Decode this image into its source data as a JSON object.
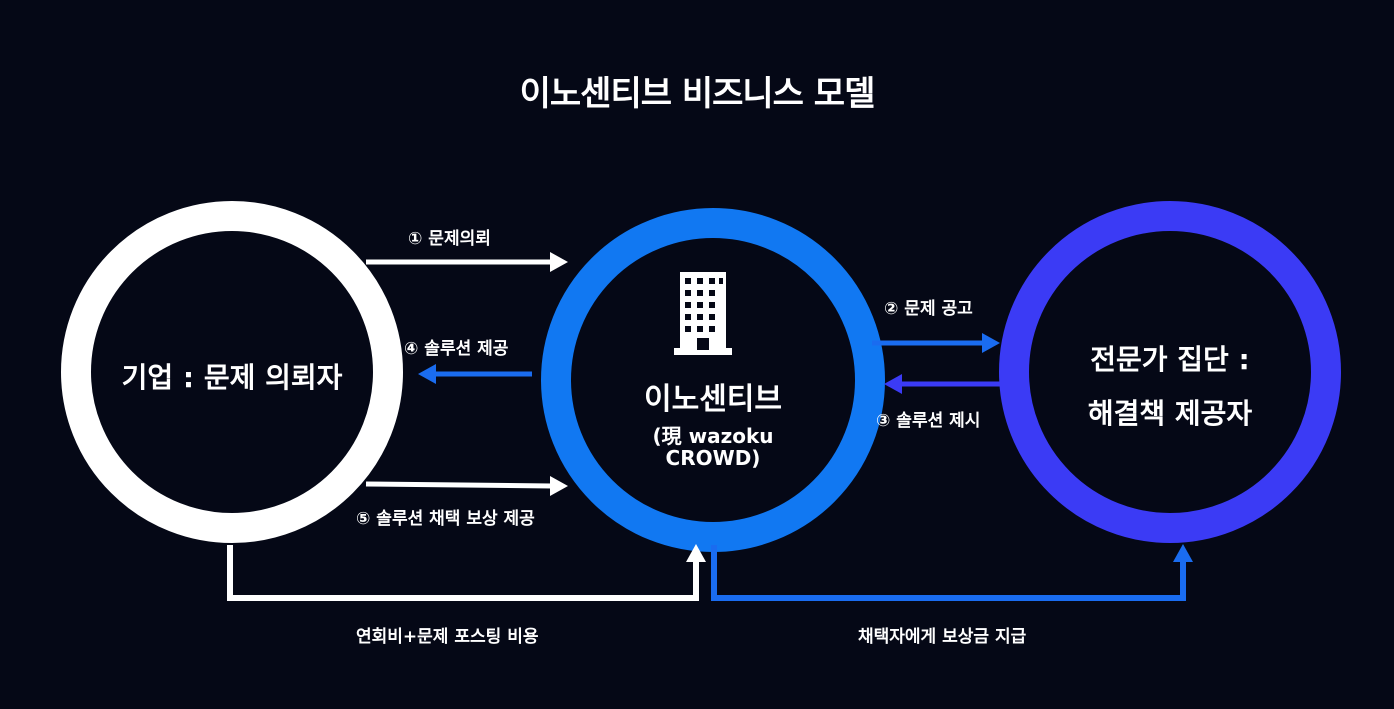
{
  "title": "이노센티브 비즈니스 모델",
  "colors": {
    "background": "#050816",
    "client_ring": "#ffffff",
    "center_ring": "#1178f2",
    "expert_ring": "#3b3bf5",
    "left_arrows": "#ffffff",
    "right_arrows": "#1a6cf0"
  },
  "nodes": {
    "client": {
      "label": "기업 : 문제 의뢰자"
    },
    "center": {
      "icon": "building-icon",
      "label": "이노센티브",
      "sublabel_line1": "(現 wazoku",
      "sublabel_line2": "CROWD)"
    },
    "experts": {
      "label_line1": "전문가 집단 :",
      "label_line2": "해결책 제공자"
    }
  },
  "edges": {
    "e1": "① 문제의뢰",
    "e2": "② 문제 공고",
    "e3": "③ 솔루션 제시",
    "e4": "④ 솔루션 제공",
    "e5": "⑤ 솔루션 채택 보상 제공",
    "fee": "연회비+문제 포스팅 비용",
    "reward": "채택자에게 보상금 지급"
  }
}
